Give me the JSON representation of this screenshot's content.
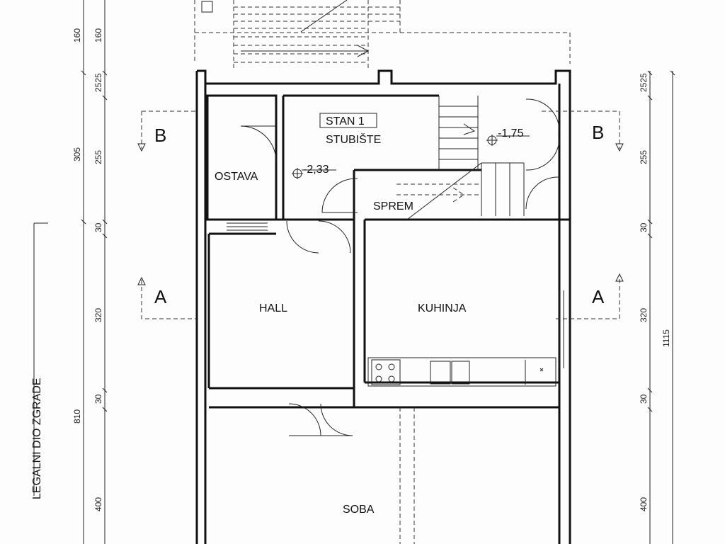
{
  "plan": {
    "apartment_label": "STAN 1",
    "rooms": {
      "stubiste": "STUBIŠTE",
      "ostava": "OSTAVA",
      "sprem": "SPREM",
      "hall": "HALL",
      "kuhinja": "KUHINJA",
      "soba": "SOBA"
    },
    "levels": {
      "upper": "-2,33",
      "lower": "-1,75"
    },
    "section_marks": {
      "a": "A",
      "b": "B"
    },
    "side_caption": "LEGALNI DIO ZGRADE",
    "dims_left": {
      "d160a": "160",
      "d160b": "160",
      "d2525": "2525",
      "d305": "305",
      "d255": "255",
      "d30a": "30",
      "d320": "320",
      "d30b": "30",
      "d810": "810",
      "d400": "400"
    },
    "dims_right": {
      "d2525": "2525",
      "d255": "255",
      "d30a": "30",
      "d320": "320",
      "d1115": "1115",
      "d30b": "30",
      "d400": "400"
    }
  }
}
